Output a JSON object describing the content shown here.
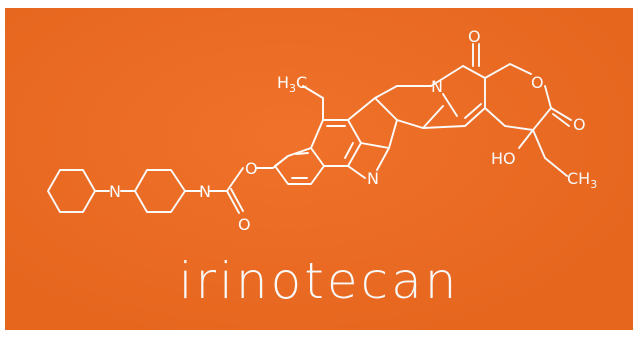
{
  "molecule": {
    "name": "irinotecan",
    "colors": {
      "background": "#ef6a1f",
      "foreground": "#ffffff"
    },
    "atom_labels": {
      "methyl_top_main": "H",
      "methyl_top_sub": "3",
      "methyl_top_c": "C",
      "n_lactam": "N",
      "o_ketone_top": "O",
      "o_ring": "O",
      "o_lactone": "O",
      "n_quinoline": "N",
      "hydroxyl": "HO",
      "methyl_right_c": "CH",
      "methyl_right_sub": "3",
      "o_ester": "O",
      "o_carbonyl": "O",
      "n_piperidine_a": "N",
      "n_piperidine_b": "N"
    }
  }
}
